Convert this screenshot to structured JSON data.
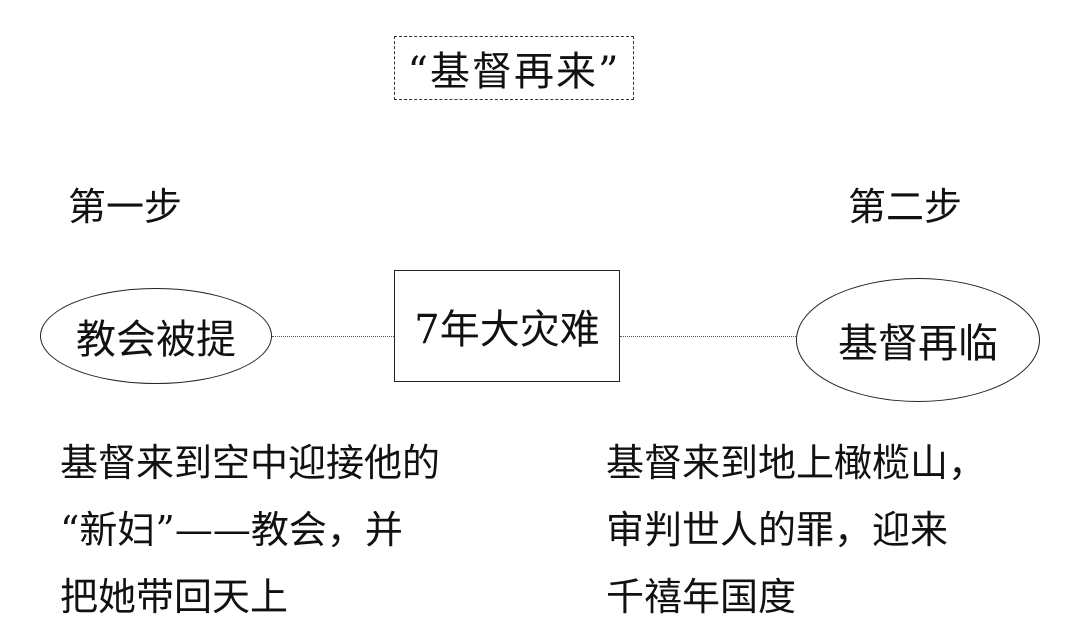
{
  "title": "“基督再来”",
  "steps": {
    "first": "第一步",
    "second": "第二步"
  },
  "nodes": {
    "rapture": "教会被提",
    "tribulation": "7年大灾难",
    "return": "基督再临"
  },
  "descriptions": {
    "left": [
      "基督来到空中迎接他的",
      "“新妇”——教会，并",
      "把她带回天上"
    ],
    "right": [
      "基督来到地上橄榄山，",
      "审判世人的罪，迎来",
      "千禧年国度"
    ]
  }
}
